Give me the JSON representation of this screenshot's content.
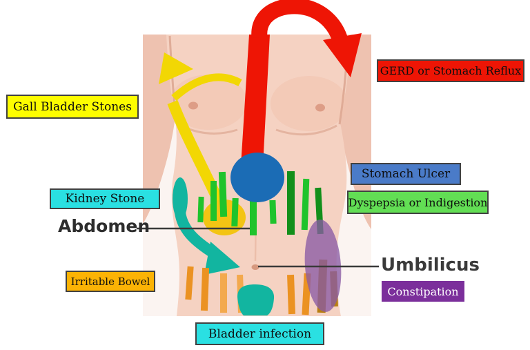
{
  "labels": {
    "gall_bladder_stones": "Gall Bladder Stones",
    "gerd": "GERD or Stomach Reflux",
    "stomach_ulcer": "Stomach Ulcer",
    "dyspepsia": "Dyspepsia or Indigestion",
    "kidney_stone": "Kidney Stone",
    "irritable_bowel": "Irritable Bowel",
    "constipation": "Constipation",
    "bladder_infection": "Bladder infection"
  },
  "pointers": {
    "abdomen": "Abdomen",
    "umbilicus": "Umbilicus"
  },
  "colors": {
    "gall_bg": "#fdfd00",
    "gerd_bg": "#ee1505",
    "stomach_ulcer_bg": "#4a7bc8",
    "dyspepsia_bg": "#62de54",
    "kidney_bg": "#2ae0e2",
    "irritable_bg": "#fbb305",
    "constipation_bg": "#7b2f9b",
    "bladder_bg": "#2ae0e2",
    "arrow_red": "#ee1505",
    "arrow_yellow": "#f2d704",
    "blob_yellow": "#f3c414",
    "teal": "#12b5a0",
    "green_bright": "#1fc32c",
    "green_dark": "#128f1a",
    "orange": "#eb9222",
    "orange_light": "#f3a94d",
    "orange_shaded": "#b87e12",
    "blue_blob": "#1b6cb5",
    "purple_blob": "#8a5ba4",
    "pointer_line": "#3a3a3a"
  }
}
